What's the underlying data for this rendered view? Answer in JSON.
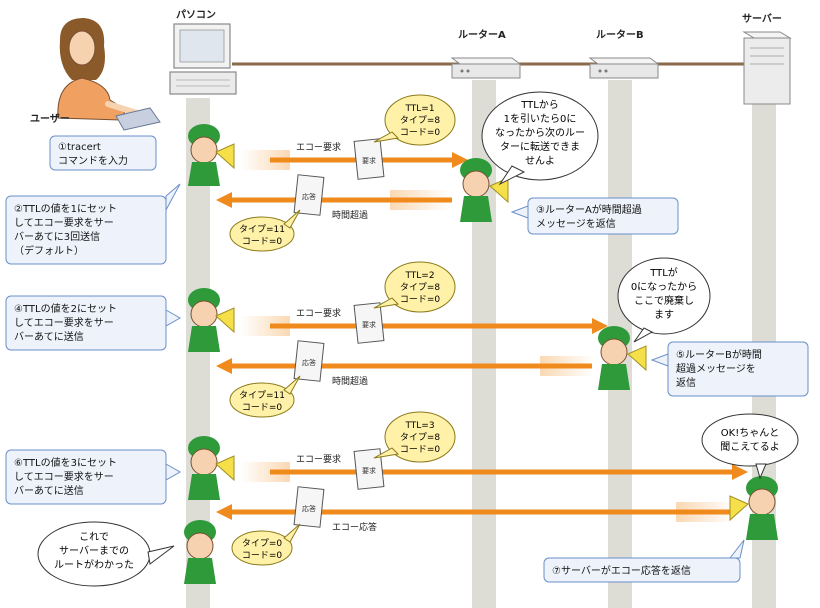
{
  "nodes": {
    "user": "ユーザー",
    "pc": "パソコン",
    "router_a": "ルーターA",
    "router_b": "ルーターB",
    "server": "サーバー"
  },
  "steps": {
    "s1": [
      "①tracert",
      "コマンドを入力"
    ],
    "s2": [
      "②TTLの値を1にセット",
      "してエコー要求をサー",
      "バーあてに3回送信",
      "（デフォルト）"
    ],
    "s3": [
      "③ルーターAが時間超過",
      "メッセージを返信"
    ],
    "s4": [
      "④TTLの値を2にセット",
      "してエコー要求をサー",
      "バーあてに送信"
    ],
    "s5": [
      "⑤ルーターBが時間",
      "超過メッセージを",
      "返信"
    ],
    "s6": [
      "⑥TTLの値を3にセット",
      "してエコー要求をサー",
      "バーあてに送信"
    ],
    "s7": [
      "⑦サーバーがエコー応答を返信"
    ]
  },
  "speech": {
    "router_a": [
      "TTLから",
      "1を引いたら0に",
      "なったから次のルー",
      "ターに転送できま",
      "せんよ"
    ],
    "router_b": [
      "TTLが",
      "0になったから",
      "ここで廃棄し",
      "ます"
    ],
    "server": [
      "OK!ちゃんと",
      "聞こえてるよ"
    ],
    "pc": [
      "これで",
      "サーバーまでの",
      "ルートがわかった"
    ]
  },
  "messages": {
    "echo_request": "エコー要求",
    "time_exceeded": "時間超過",
    "echo_reply": "エコー応答",
    "paper_request": "要求",
    "paper_reply": "応答"
  },
  "packets": {
    "r1_req": [
      "TTL=1",
      "タイプ=8",
      "コード=0"
    ],
    "r1_rep": [
      "タイプ=11",
      "コード=0"
    ],
    "r2_req": [
      "TTL=2",
      "タイプ=8",
      "コード=0"
    ],
    "r2_rep": [
      "タイプ=11",
      "コード=0"
    ],
    "r3_req": [
      "TTL=3",
      "タイプ=8",
      "コード=0"
    ],
    "r3_rep": [
      "タイプ=0",
      "コード=0"
    ]
  },
  "colors": {
    "arrow": "#f08a1c",
    "lifeline": "#ddddd6",
    "callout_fill": "#eef3fb",
    "callout_stroke": "#6a8fc8",
    "packet_fill": "#fff2a8",
    "packet_stroke": "#8a7a1a",
    "cable": "#8a6a4a",
    "mascot": "#2e9a3a"
  }
}
